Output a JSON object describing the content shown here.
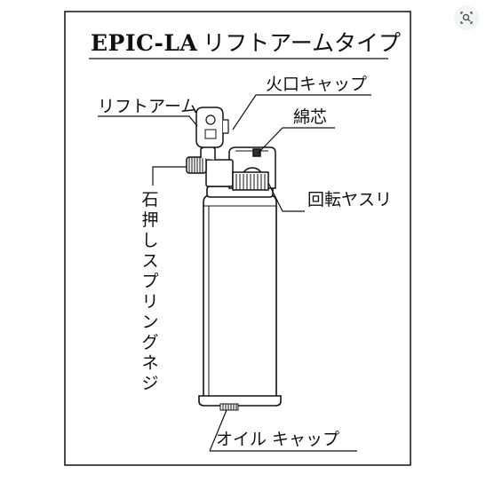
{
  "title": {
    "model": "EPIC-LA",
    "type": "リフトアームタイプ"
  },
  "labels": {
    "lift_arm": "リフトアーム",
    "fire_cap": "火口キャップ",
    "wick": "綿芯",
    "rotating_file": "回転ヤスリ",
    "spring_screw": "石押しスプリングネジ",
    "oil_cap": "オイル キャップ"
  },
  "icons": {
    "corner": "lens-search-icon"
  },
  "colors": {
    "ink": "#111111",
    "paper": "#ffffff"
  }
}
